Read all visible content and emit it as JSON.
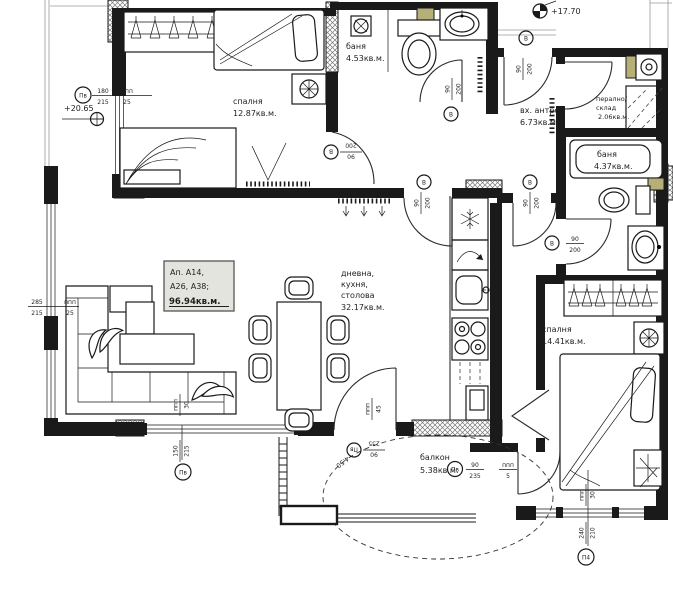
{
  "drawing": {
    "apartment_box": {
      "line1": "Ап. А14,",
      "line2": "А26, А38;",
      "line3": "96.94кв.м."
    },
    "rooms": {
      "bedroom1": {
        "name": "спалня",
        "area": "12.87кв.м."
      },
      "bath1": {
        "name": "баня",
        "area": "4.53кв.м."
      },
      "entry": {
        "name": "вх. антре",
        "area": "6.73кв.м."
      },
      "laundry": {
        "name_line1": "перално/",
        "name_line2": "склад",
        "area": "2.06кв.м."
      },
      "bath2": {
        "name": "баня",
        "area": "4.37кв.м."
      },
      "bedroom2": {
        "name": "спалня",
        "area": "14.41кв.м."
      },
      "living": {
        "name_line1": "дневна,",
        "name_line2": "кухня,",
        "name_line3": "столова",
        "area": "32.17кв.м."
      },
      "balcony": {
        "name": "балкон",
        "area": "5.38кв.м."
      }
    },
    "elevations": {
      "entry_landing": "+17.70",
      "floor_level": "+20.65"
    },
    "openings": {
      "door_mark": "В",
      "door_w": "90",
      "door_h": "200",
      "window1_mark": "Пв",
      "window1_w": "180",
      "window1_h": "215",
      "window2_w": "285",
      "window2_h": "215",
      "window3_mark": "Пв",
      "window3_w": "150",
      "window3_h": "215",
      "window4_mark": "П4",
      "window4_w": "240",
      "window4_h": "210",
      "balcony_door_mark": "Пв",
      "balcony_door_w": "90",
      "balcony_door_h": "235",
      "parapet_label": "ппп",
      "parapet_25": "25",
      "parapet_30": "30",
      "parapet_5": "5",
      "parapet_45": "45",
      "balcony_radius": "4.50"
    }
  }
}
